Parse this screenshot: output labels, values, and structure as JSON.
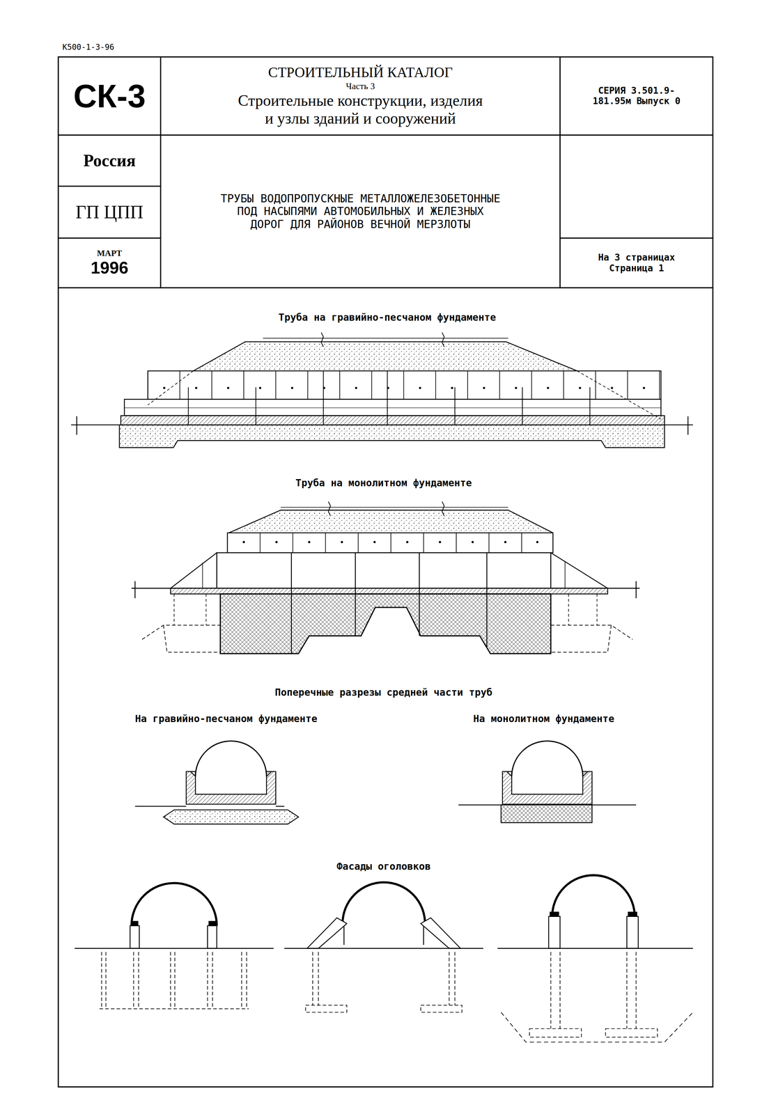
{
  "diagram": {
    "nodes": [
      {
        "text": [
          "СК-3"
        ]
      },
      {
        "text": [
          "СТРОИТЕЛЬНЫЙ КАТАЛОГ",
          "Часть 3",
          "Строительные конструкции, изделия и узлы зданий и сооружений"
        ]
      },
      {
        "text": [
          "СЕРИЯ 3.501.9-181.95м Выпуск 0"
        ]
      },
      {
        "text": [
          "Россия"
        ]
      },
      {
        "text": [
          "ТРУБЫ ВОДОПРОПУСКНЫЕ МЕТАЛЛОЖЕЛЕЗОБЕТОННЫЕ ПОД НАСЫПЯМИ АВТОМОБИЛЬНЫХ И ЖЕЛЕЗНЫХ ДОРОГ ДЛЯ РАЙОНОВ ВЕЧНОЙ МЕРЗЛОТЫ"
        ]
      },
      {
        "text": [
          "ГП ЦПП"
        ]
      },
      {
        "text": [
          "МАРТ",
          "1996"
        ]
      },
      {
        "text": [
          "На 3 страницах Страница 1"
        ]
      }
    ],
    "labels": [
      "К500-1-3-96",
      "Труба на гравийно-песчаном фундаменте",
      "Труба на монолитном фундаменте",
      "Поперечные разрезы средней части труб",
      "На гравийно-песчаном фундаменте",
      "На монолитном фундаменте",
      "Фасады оголовков"
    ]
  }
}
